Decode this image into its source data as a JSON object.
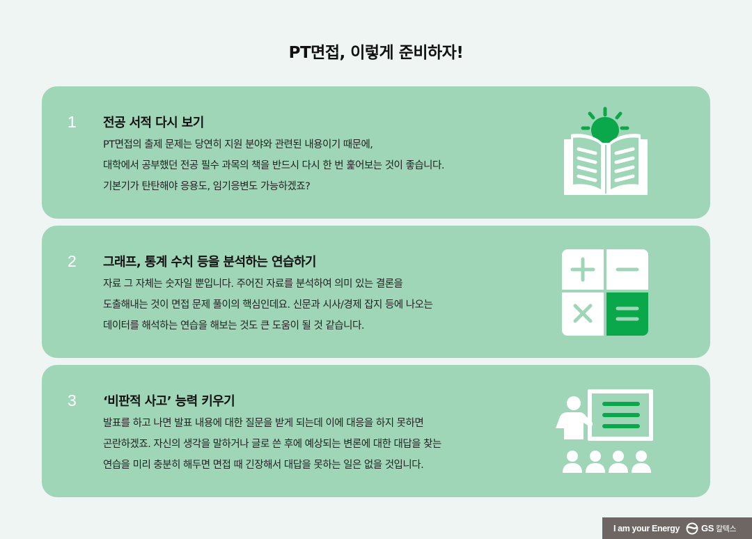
{
  "page": {
    "title": "PT면접, 이렇게 준비하자!"
  },
  "cards": [
    {
      "number": "1",
      "heading": "전공 서적 다시 보기",
      "lines": [
        "PT면접의 출제 문제는 당연히 지원 분야와 관련된 내용이기 때문에,",
        "대학에서 공부했던 전공 필수 과목의 책을 반드시 다시 한 번 훑어보는 것이 좋습니다.",
        "기본기가 탄탄해야 응용도, 임기응변도 가능하겠죠?"
      ],
      "icon": "book-lightbulb-icon"
    },
    {
      "number": "2",
      "heading": "그래프, 통계 수치 등을 분석하는 연습하기",
      "lines": [
        "자료 그 자체는 숫자일 뿐입니다. 주어진 자료를 분석하여 의미 있는 결론을",
        "도출해내는 것이 면접 문제 풀이의 핵심인데요. 신문과 시사/경제 잡지 등에 나오는",
        "데이터를 해석하는 연습을 해보는 것도 큰 도움이 될 것 같습니다."
      ],
      "icon": "calculator-icon"
    },
    {
      "number": "3",
      "heading": "‘비판적 사고’ 능력 키우기",
      "lines": [
        "발표를 하고 나면 발표 내용에 대한 질문을 받게 되는데 이에 대응을 하지 못하면",
        "곤란하겠죠. 자신의 생각을 말하거나 글로 쓴 후에 예상되는 변론에 대한 대답을 찾는",
        "연습을 미리 충분히 해두면 면접 때 긴장해서 대답을 못하는 일은 없을 것입니다."
      ],
      "icon": "presentation-audience-icon"
    }
  ],
  "footer": {
    "slogan": "I am your Energy",
    "brand": "GS",
    "brand_kr": "칼텍스"
  },
  "colors": {
    "background": "#eff5f2",
    "card": "#a0d6b8",
    "accent_green": "#0aa84a",
    "footer": "#6e6662"
  }
}
